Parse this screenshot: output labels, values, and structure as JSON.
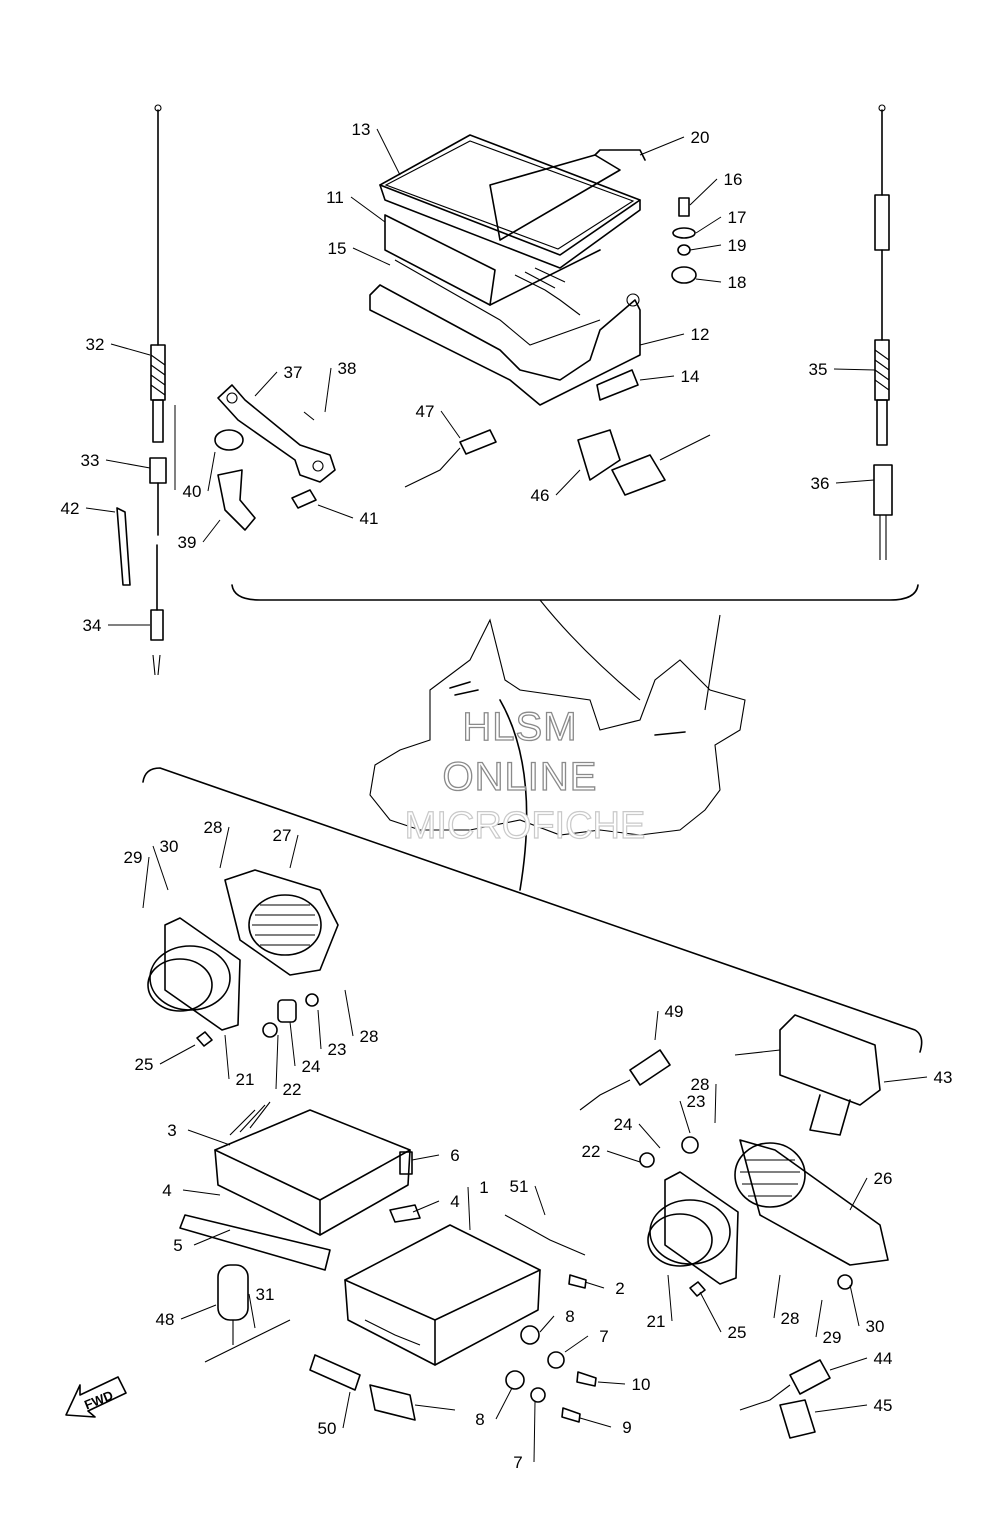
{
  "diagram": {
    "labels": [
      "1",
      "2",
      "3",
      "4",
      "4",
      "5",
      "6",
      "7",
      "7",
      "8",
      "8",
      "9",
      "10",
      "11",
      "12",
      "13",
      "14",
      "15",
      "16",
      "17",
      "18",
      "19",
      "20",
      "21",
      "21",
      "22",
      "22",
      "23",
      "23",
      "24",
      "24",
      "25",
      "25",
      "26",
      "27",
      "28",
      "28",
      "28",
      "28",
      "29",
      "29",
      "30",
      "30",
      "31",
      "32",
      "33",
      "34",
      "35",
      "36",
      "37",
      "38",
      "39",
      "40",
      "41",
      "42",
      "43",
      "44",
      "45",
      "46",
      "47",
      "48",
      "49",
      "50",
      "51"
    ]
  },
  "watermark": {
    "line1": "HLSM",
    "line2": "ONLINE",
    "line3": "MICROFICHE"
  },
  "direction_arrow": {
    "label": "FWD"
  }
}
